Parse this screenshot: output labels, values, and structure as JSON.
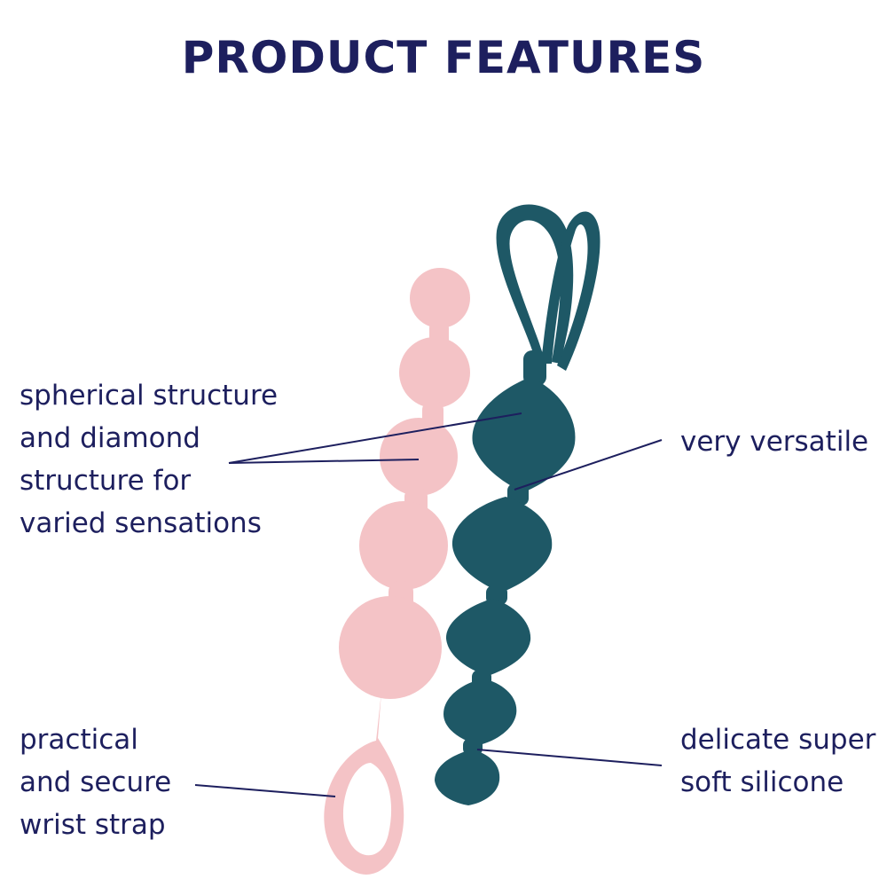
{
  "title": "PRODUCT FEATURES",
  "features": [
    {
      "lines": [
        "spherical structure",
        "and diamond",
        "structure for",
        "varied sensations"
      ]
    },
    {
      "lines": [
        "very versatile"
      ]
    },
    {
      "lines": [
        "practical",
        "and secure",
        "wrist strap"
      ]
    },
    {
      "lines": [
        "delicate super",
        "soft silicone"
      ]
    }
  ],
  "colors": {
    "text": "#1d1f5e",
    "pink_product": "#f4c3c6",
    "teal_product": "#1e5866"
  }
}
